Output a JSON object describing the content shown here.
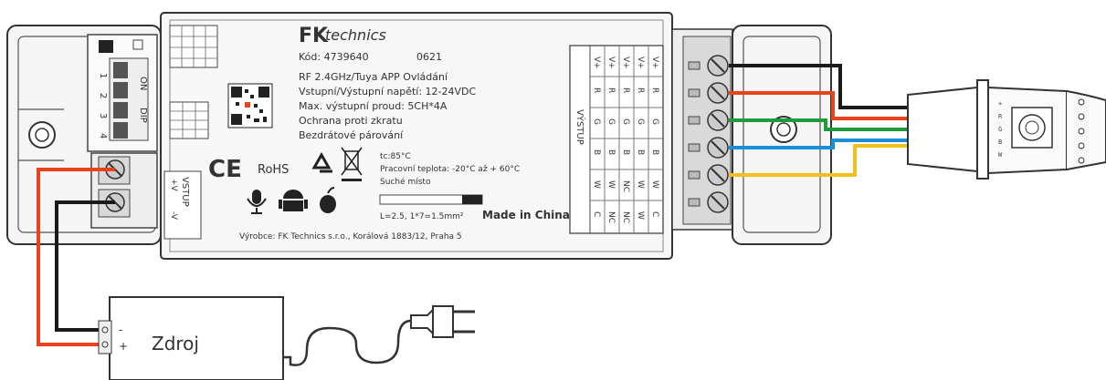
{
  "brand": {
    "logo_mark": "FK",
    "logo_text": "technics"
  },
  "product": {
    "code": "Kód: 4739640",
    "batch": "0621",
    "lines": [
      "RF 2.4GHz/Tuya APP Ovládání",
      "Vstupní/Výstupní napětí: 12-24VDC",
      "Max. výstupní proud: 5CH*4A",
      "Ochrana proti zkratu",
      "Bezdrátové párování"
    ],
    "temp_lines": [
      "tc:85°C",
      "Pracovní teplota: -20°C až + 60°C",
      "Suché místo"
    ],
    "size_text": "L=2.5, 1*7=1.5mm²",
    "made_in": "Made in China",
    "manufacturer": "Výrobce: FK Technics s.r.o., Korálová 1883/12, Praha 5"
  },
  "certifications": {
    "ce": "CE",
    "rohs": "RoHS"
  },
  "switch_block": {
    "on_label": "ON",
    "dip_label": "DIP",
    "numbers": [
      "1",
      "2",
      "3",
      "4"
    ]
  },
  "input_terminal": {
    "label": "VSTUP",
    "plus": "+V",
    "minus": "-V"
  },
  "output_terminal": {
    "label": "VÝSTUP",
    "columns": [
      [
        "V+",
        "R",
        "G",
        "B",
        "W",
        "C"
      ],
      [
        "V+",
        "R",
        "G",
        "B",
        "W",
        "NC"
      ],
      [
        "V+",
        "R",
        "G",
        "B",
        "NC",
        "NC"
      ],
      [
        "V+",
        "R",
        "G",
        "B",
        "W",
        "W"
      ],
      [
        "V+",
        "R",
        "G",
        "B",
        "W",
        "C"
      ]
    ]
  },
  "led_strip": {
    "pads": [
      "+",
      "R",
      "G",
      "B",
      "W"
    ]
  },
  "power_supply": {
    "label": "Zdroj",
    "plus": "+",
    "minus": "-"
  },
  "colors": {
    "black_wire": "#1a1a1a",
    "red_wire": "#e8431b",
    "green_wire": "#1f9a3f",
    "blue_wire": "#1a8fd6",
    "yellow_wire": "#f0c020",
    "outline": "#333333",
    "body_fill": "#f4f4f4",
    "terminal_fill": "#d9d9d9"
  },
  "icons": [
    "microphone-icon",
    "android-icon",
    "apple-icon",
    "recycle-icon",
    "weee-bin-icon",
    "ce-mark",
    "qr-code"
  ]
}
